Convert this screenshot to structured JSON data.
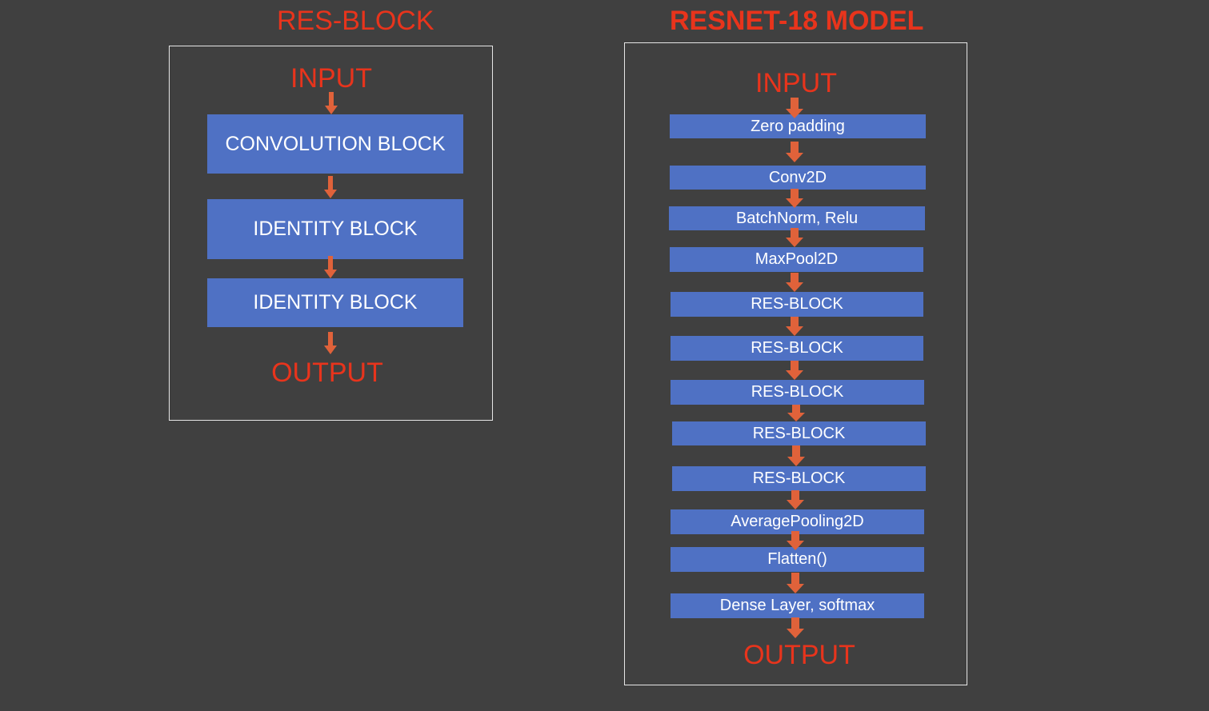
{
  "colors": {
    "background": "#404040",
    "title_red": "#e8341c",
    "block_blue": "#4f71c4",
    "arrow_orange": "#e0623a",
    "frame": "#e6e6e6"
  },
  "res_block": {
    "title": "RES-BLOCK",
    "input_label": "INPUT",
    "blocks": [
      "CONVOLUTION BLOCK",
      "IDENTITY BLOCK",
      "IDENTITY BLOCK"
    ],
    "output_label": "OUTPUT"
  },
  "resnet18": {
    "title": "RESNET-18  MODEL",
    "input_label": "INPUT",
    "layers": [
      "Zero padding",
      "Conv2D",
      "BatchNorm, Relu",
      "MaxPool2D",
      "RES-BLOCK",
      "RES-BLOCK",
      "RES-BLOCK",
      "RES-BLOCK",
      "RES-BLOCK",
      "AveragePooling2D",
      "Flatten()",
      "Dense Layer, softmax"
    ],
    "output_label": "OUTPUT"
  }
}
